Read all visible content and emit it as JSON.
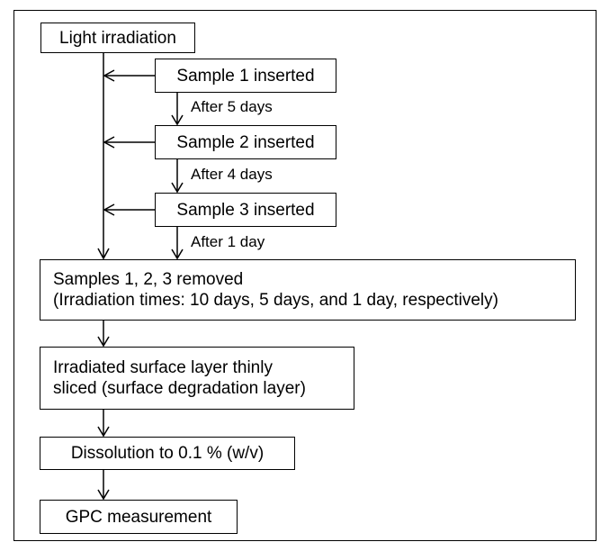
{
  "diagram": {
    "nodes": {
      "light_irradiation": "Light irradiation",
      "sample1_inserted": "Sample 1 inserted",
      "sample2_inserted": "Sample 2 inserted",
      "sample3_inserted": "Sample 3 inserted",
      "samples_removed_line1": "Samples 1, 2, 3 removed",
      "samples_removed_line2": "(Irradiation times: 10 days, 5 days, and 1 day, respectively)",
      "sliced_line1": "Irradiated surface layer thinly",
      "sliced_line2": "sliced (surface degradation layer)",
      "dissolution": "Dissolution to 0.1 % (w/v)",
      "gpc": "GPC measurement"
    },
    "edge_labels": {
      "after_5_days": "After 5 days",
      "after_4_days": "After 4 days",
      "after_1_day": "After 1 day"
    }
  }
}
